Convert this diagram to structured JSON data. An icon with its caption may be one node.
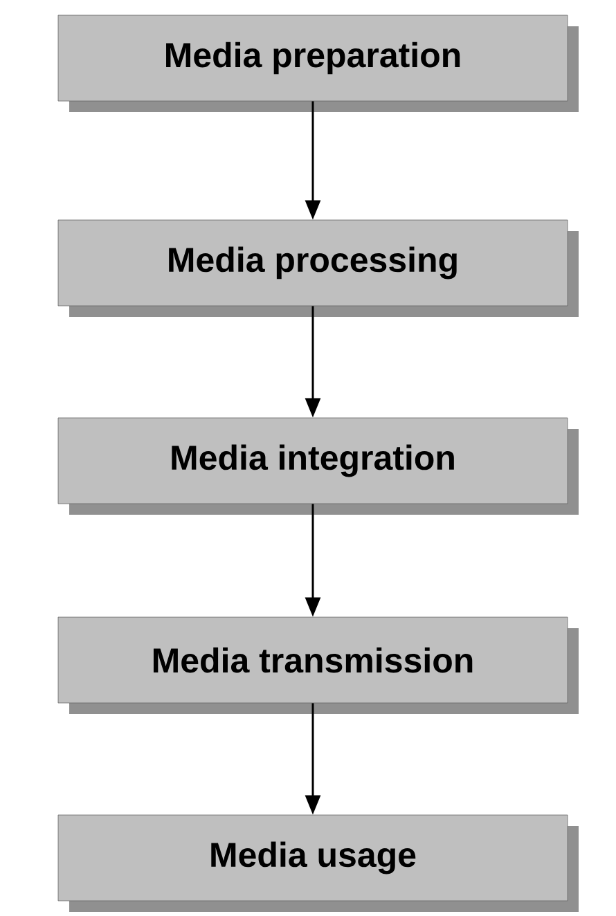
{
  "diagram": {
    "nodes": [
      {
        "text": [
          "Media preparation"
        ]
      },
      {
        "text": [
          "Media processing"
        ]
      },
      {
        "text": [
          "Media integration"
        ]
      },
      {
        "text": [
          "Media transmission"
        ]
      },
      {
        "text": [
          "Media usage"
        ]
      }
    ],
    "edges": [
      {
        "from": 0,
        "to": 1,
        "arrow": "to"
      },
      {
        "from": 1,
        "to": 2,
        "arrow": "to"
      },
      {
        "from": 2,
        "to": 3,
        "arrow": "to"
      },
      {
        "from": 3,
        "to": 4,
        "arrow": "to"
      }
    ]
  }
}
